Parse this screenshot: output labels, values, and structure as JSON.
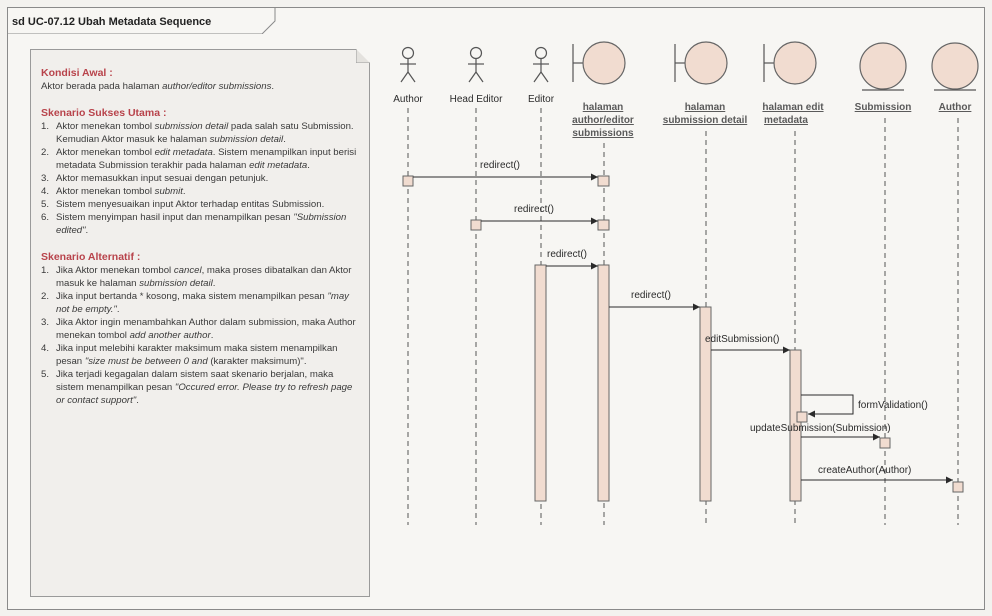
{
  "diagram": {
    "title": "sd UC-07.12 Ubah Metadata Sequence"
  },
  "note": {
    "initial_heading": "Kondisi Awal :",
    "initial_text_plain": "Aktor berada pada halaman ",
    "initial_text_italic": "author/editor submissions",
    "initial_text_end": ".",
    "main_heading": "Skenario Sukses Utama :",
    "main_steps": [
      {
        "num": "1.",
        "html": "Aktor menekan tombol <i>submission detail</i> pada salah satu Submission. Kemudian Aktor masuk ke halaman <i>submission detail</i>."
      },
      {
        "num": "2.",
        "html": "Aktor menekan tombol <i>edit metadata</i>. Sistem menampilkan input berisi metadata Submission terakhir pada halaman <i>edit metadata</i>."
      },
      {
        "num": "3.",
        "html": "Aktor memasukkan input sesuai dengan petunjuk."
      },
      {
        "num": "4.",
        "html": "Aktor menekan tombol <i>submit</i>."
      },
      {
        "num": "5.",
        "html": "Sistem menyesuaikan input Aktor terhadap entitas Submission."
      },
      {
        "num": "6.",
        "html": "Sistem menyimpan hasil input dan menampilkan pesan <i>\"Submission edited\"</i>."
      }
    ],
    "alt_heading": "Skenario Alternatif :",
    "alt_steps": [
      {
        "num": "1.",
        "html": "Jika Aktor menekan tombol <i>cancel</i>, maka proses dibatalkan dan Aktor masuk ke halaman <i>submission detail</i>."
      },
      {
        "num": "2.",
        "html": "Jika input bertanda * kosong, maka sistem menampilkan pesan <i>\"may not be empty.\"</i>."
      },
      {
        "num": "3.",
        "html": "Jika Aktor ingin menambahkan Author dalam submission, maka Author menekan tombol <i>add another author</i>."
      },
      {
        "num": "4.",
        "html": "Jika input melebihi karakter maksimum maka sistem menampilkan pesan <i>\"size must be between 0 and</i> (karakter maksimum)\"."
      },
      {
        "num": "5.",
        "html": "Jika terjadi kegagalan dalam sistem saat skenario berjalan, maka sistem menampilkan pesan <i>\"Occured error. Please try to refresh page or contact support\"</i>."
      }
    ]
  },
  "actors": [
    {
      "name": "Author"
    },
    {
      "name": "Head Editor"
    },
    {
      "name": "Editor"
    }
  ],
  "boundaries": [
    {
      "name_lines": [
        "halaman",
        "author/editor",
        "submissions"
      ]
    },
    {
      "name_lines": [
        "halaman",
        "submission detail"
      ]
    },
    {
      "name_lines": [
        "halaman edit",
        "metadata"
      ]
    }
  ],
  "entities": [
    {
      "name": "Submission"
    },
    {
      "name": "Author"
    }
  ],
  "messages": [
    {
      "label": "redirect()"
    },
    {
      "label": "redirect()"
    },
    {
      "label": "redirect()"
    },
    {
      "label": "redirect()"
    },
    {
      "label": "editSubmission()"
    },
    {
      "label": "formValidation()"
    },
    {
      "label": "updateSubmission(Submission)"
    },
    {
      "label": "createAuthor(Author)"
    }
  ],
  "colors": {
    "lifeline_fill": "#f1dcd0",
    "lifeline_stroke": "#666666",
    "heading": "#b8434b"
  }
}
